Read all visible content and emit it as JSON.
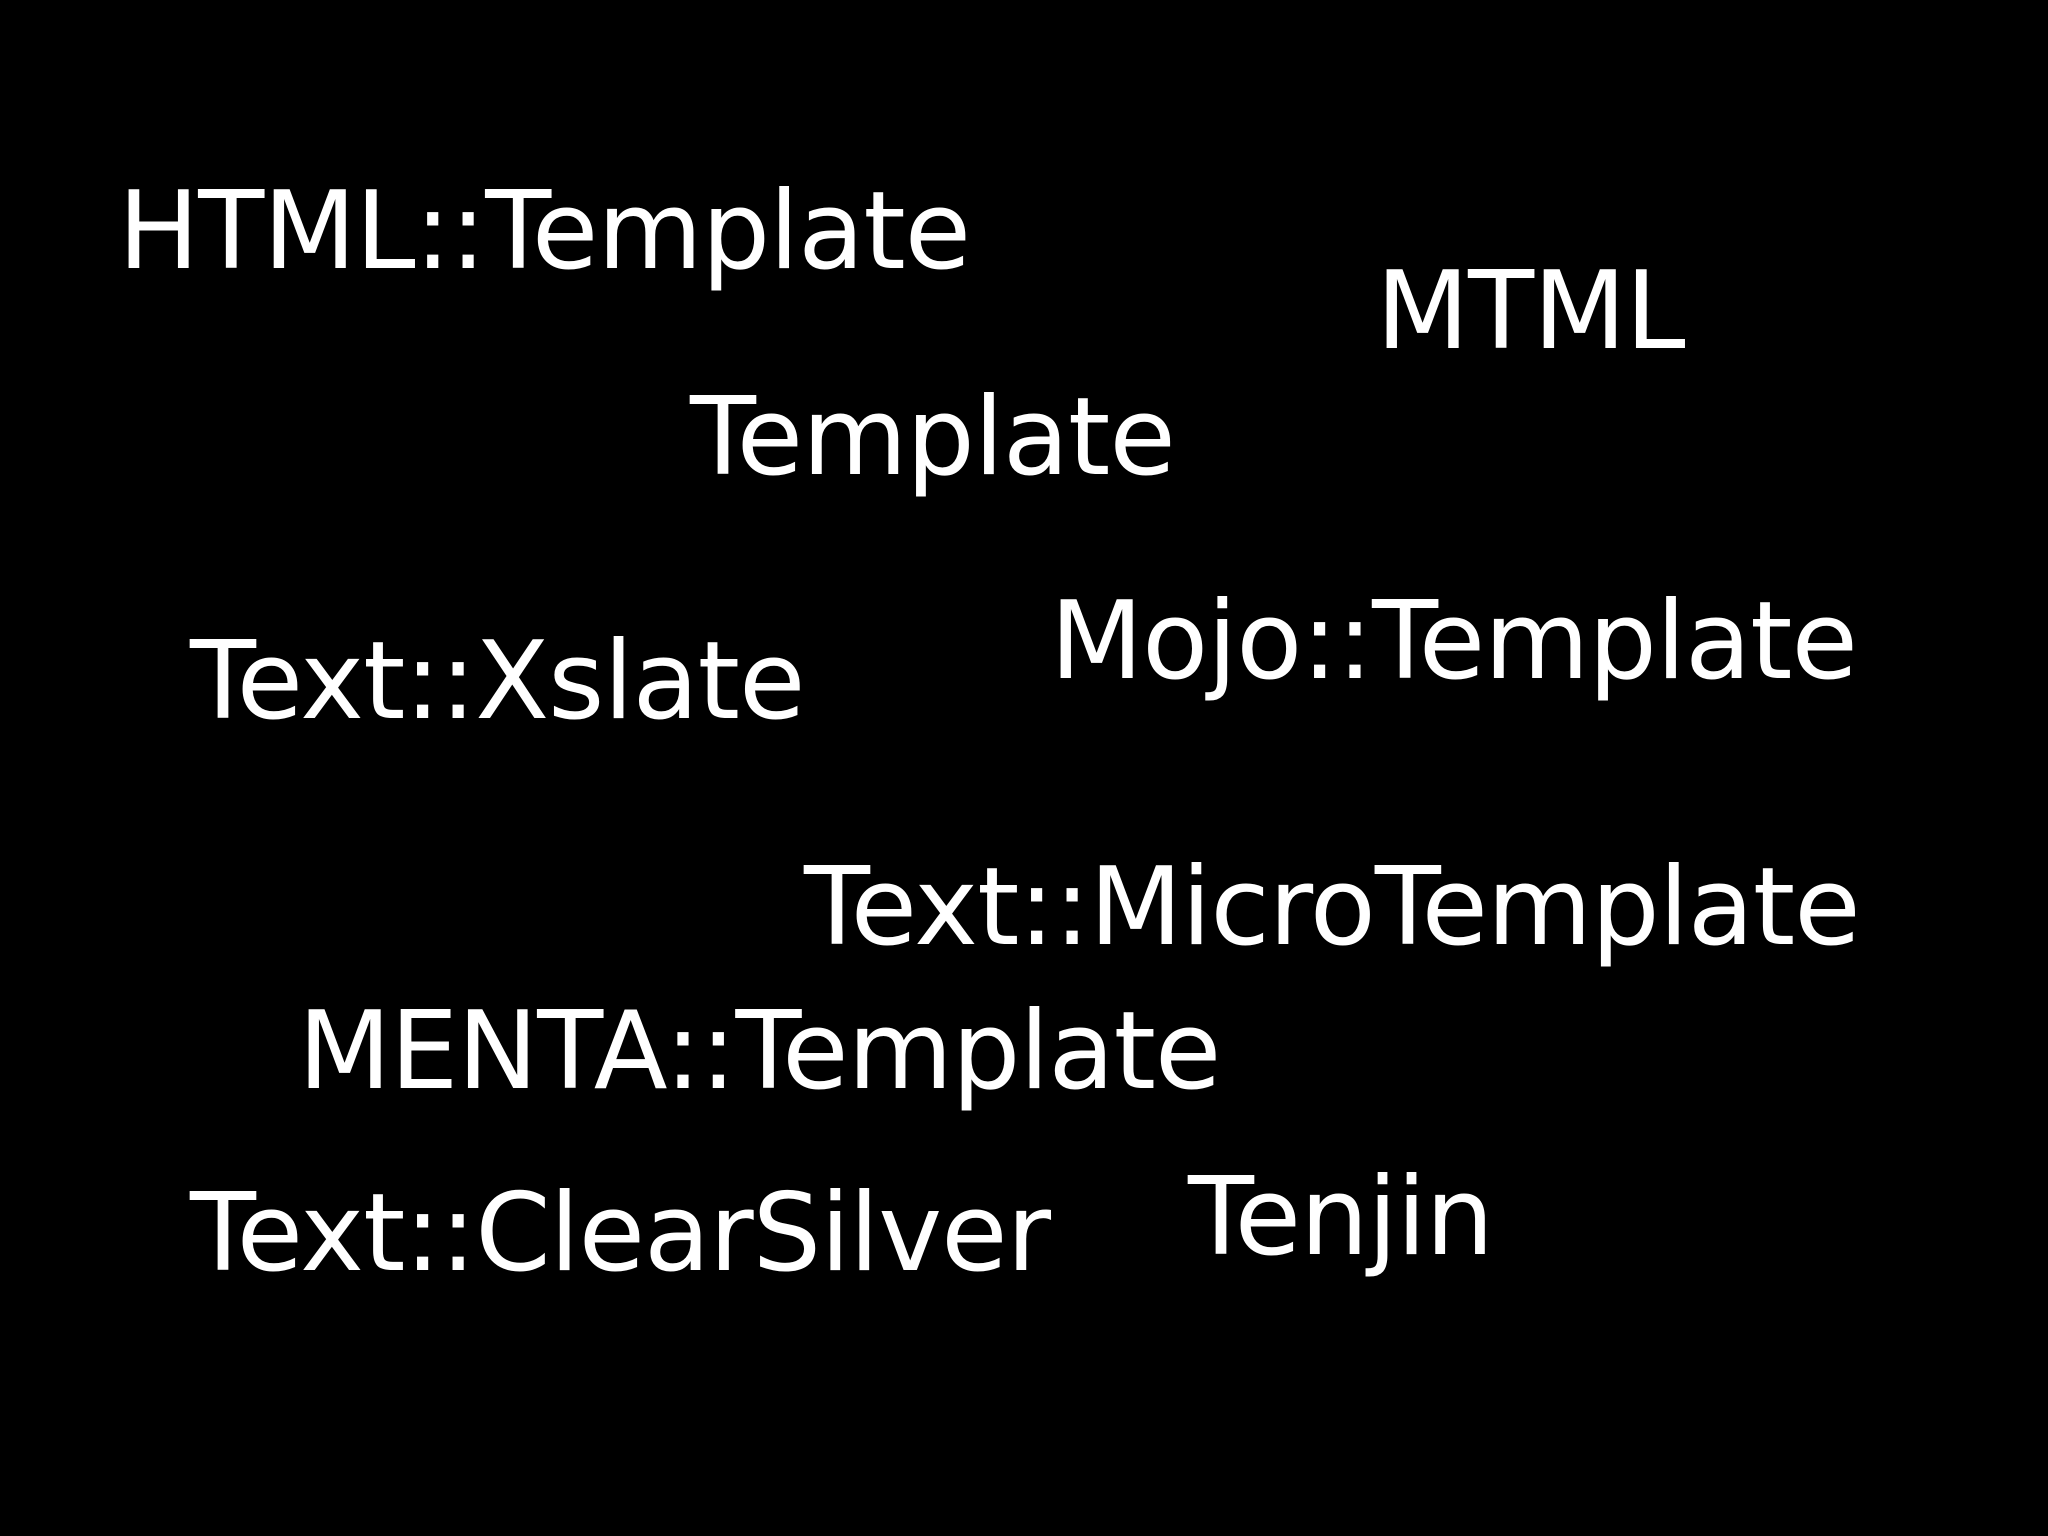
{
  "slide": {
    "background_color": "#000000",
    "text_color": "#ffffff",
    "words": [
      "HTML::Template",
      "MTML",
      "Template",
      "Mojo::Template",
      "Text::Xslate",
      "Text::MicroTemplate",
      "MENTA::Template",
      "Text::ClearSilver",
      "Tenjin"
    ]
  }
}
